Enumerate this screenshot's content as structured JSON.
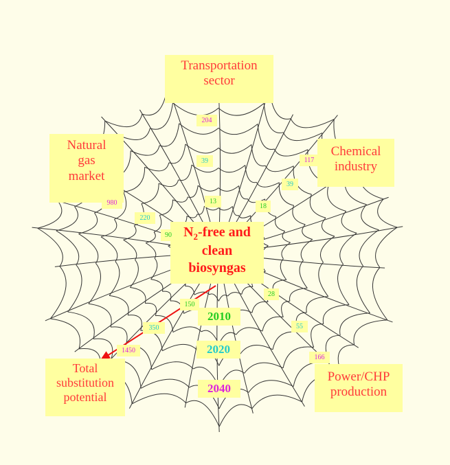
{
  "labels": {
    "transportation": [
      "Transportation",
      "sector"
    ],
    "natural_gas": [
      "Natural",
      "gas",
      "market"
    ],
    "chemical": [
      "Chemical",
      "industry"
    ],
    "power": [
      "Power/CHP",
      "production"
    ],
    "total": [
      "Total",
      "substitution",
      "potential"
    ]
  },
  "center": {
    "line1_n": "N",
    "line1_sub": "2",
    "line1_rest": "-free and",
    "line2": "clean",
    "line3": "biosyngas"
  },
  "years": {
    "y2010": "2010",
    "y2020": "2020",
    "y2040": "2040"
  },
  "values": {
    "transportation": [
      "13",
      "39",
      "204"
    ],
    "chemical": [
      "18",
      "39",
      "117"
    ],
    "natural_gas": [
      "90",
      "220",
      "980"
    ],
    "power": [
      "28",
      "55",
      "166"
    ],
    "total": [
      "150",
      "350",
      "1450"
    ]
  },
  "colors": {
    "y2010": "#22cc22",
    "y2020": "#22cccc",
    "y2040": "#dd22dd",
    "label_text": "#ff3a3a",
    "box_fill": "#ffffa0",
    "arrow": "#ee1111",
    "web_line": "#333333"
  }
}
